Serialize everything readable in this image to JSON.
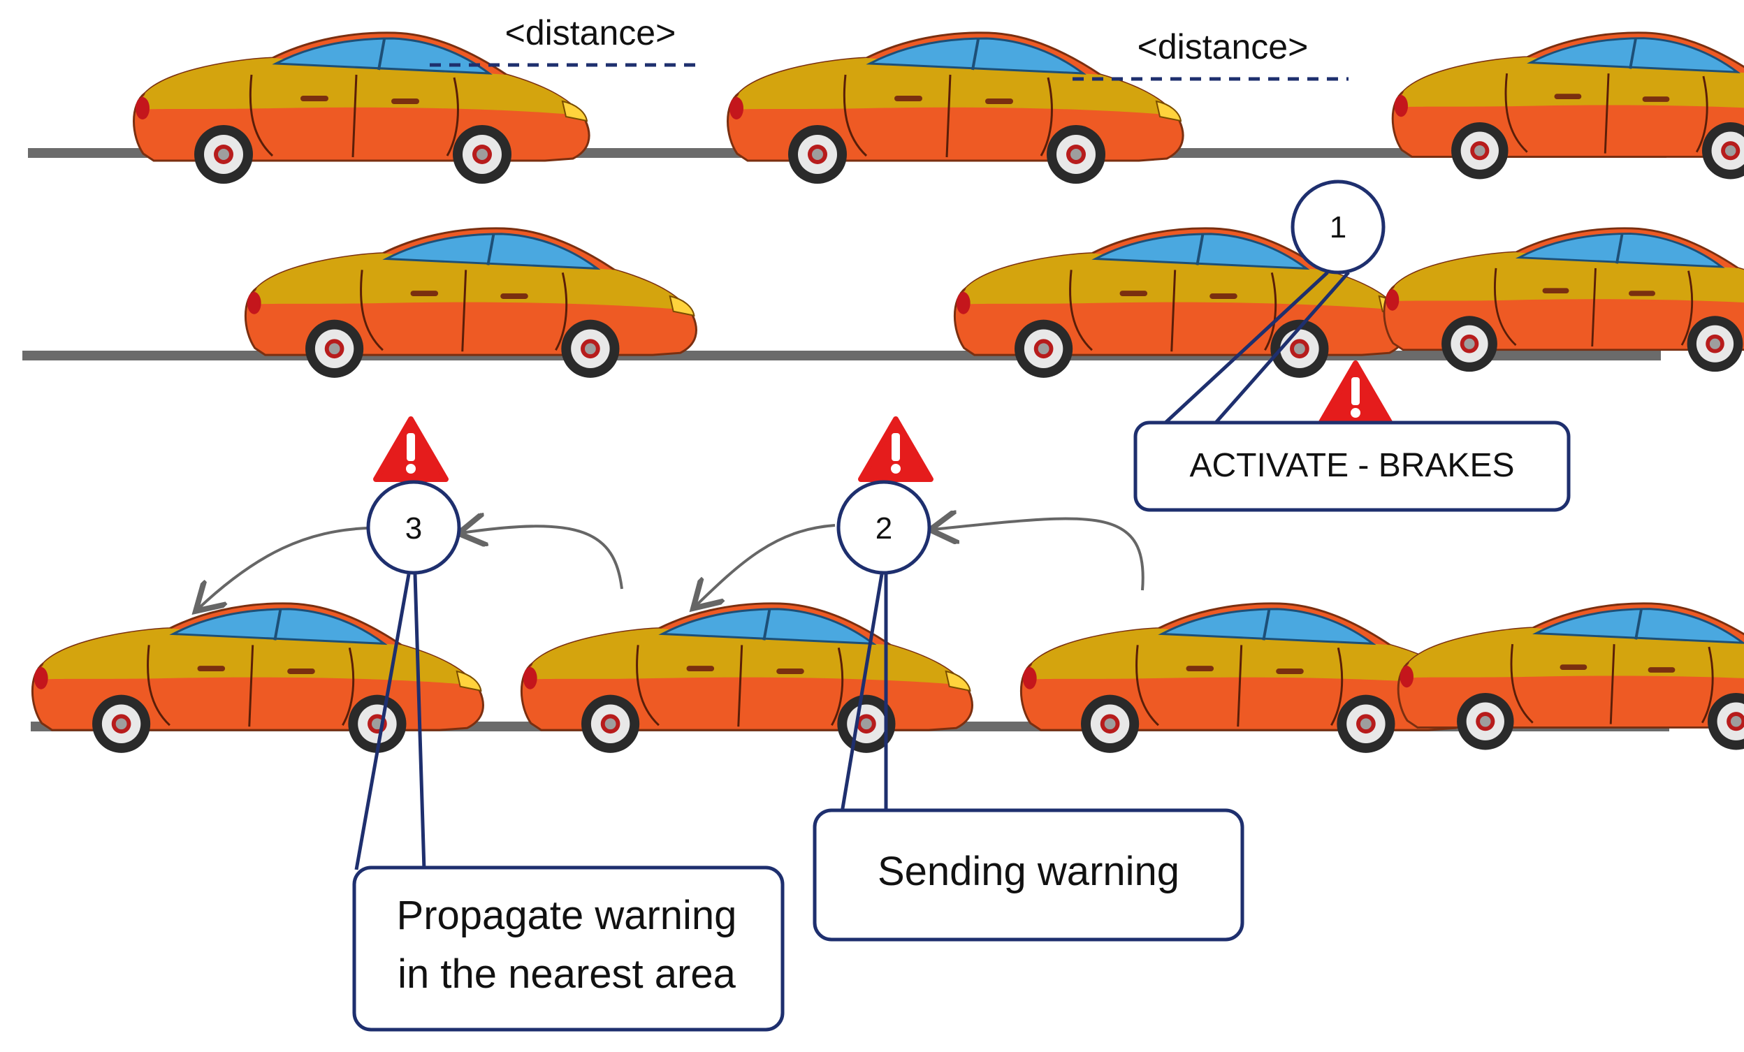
{
  "labels": {
    "distance_1": "<distance>",
    "distance_2": "<distance>"
  },
  "steps": [
    {
      "number": "1",
      "text": "ACTIVATE - BRAKES"
    },
    {
      "number": "2",
      "text": "Sending warning"
    },
    {
      "number": "3",
      "text_line1": "Propagate warning",
      "text_line2": "in the nearest area"
    }
  ],
  "colors": {
    "car_body": "#ee5a24",
    "car_stripe": "#d4a40e",
    "car_window": "#4aa8e0",
    "road": "#6b6b6b",
    "callout_border": "#1e2f6e",
    "warning_red": "#e51c1c",
    "arrow": "#666666"
  },
  "icons": {
    "car": "car-icon",
    "warning": "warning-triangle-icon"
  }
}
